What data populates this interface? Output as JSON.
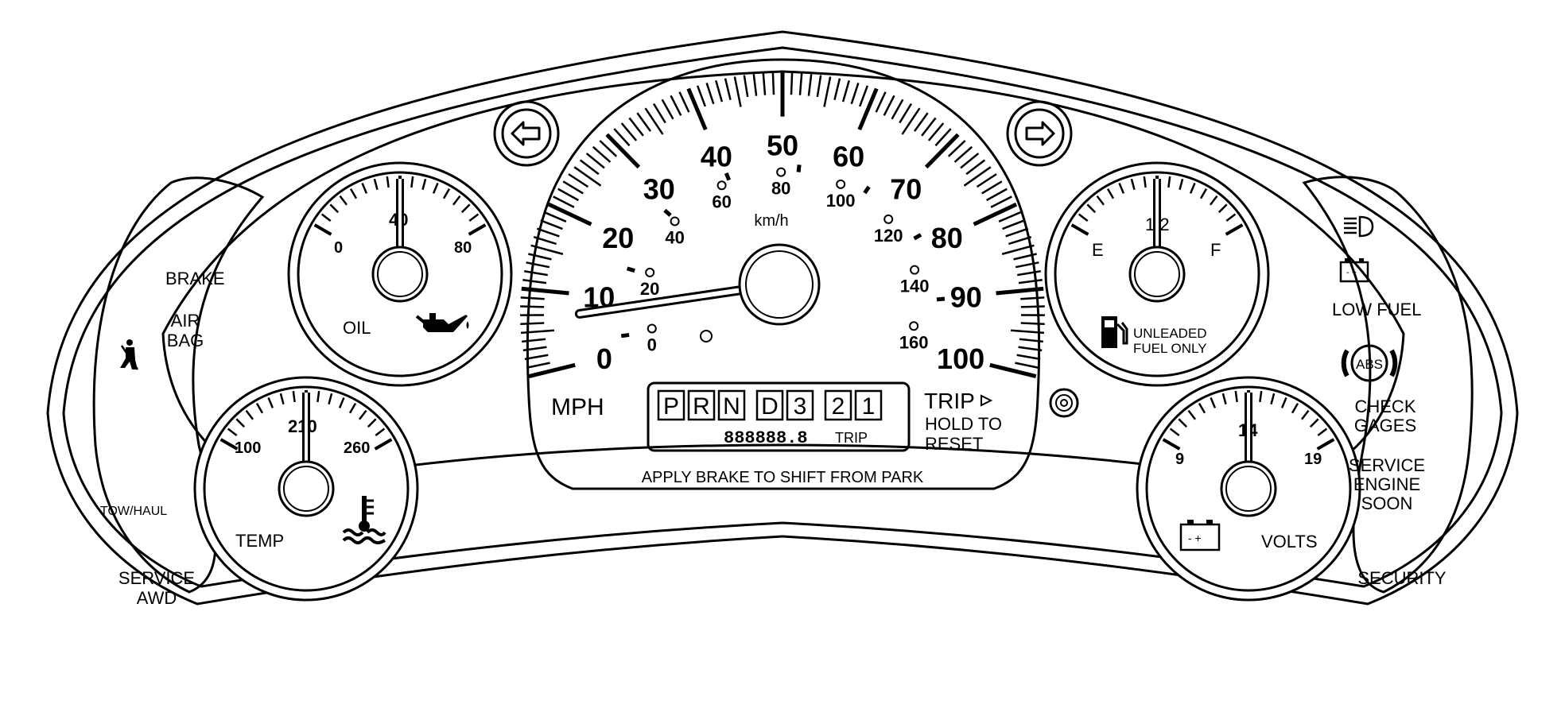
{
  "left_panel": {
    "brake": "BRAKE",
    "air_bag": [
      "AIR",
      "BAG"
    ],
    "tow_haul": "TOW/HAUL",
    "service_awd": [
      "SERVICE",
      "AWD"
    ]
  },
  "oil_gauge": {
    "min": "0",
    "mid": "40",
    "max": "80",
    "label": "OIL"
  },
  "temp_gauge": {
    "min": "100",
    "mid": "210",
    "max": "260",
    "label": "TEMP"
  },
  "speedometer": {
    "mph_labels": [
      "0",
      "10",
      "20",
      "30",
      "40",
      "50",
      "60",
      "70",
      "80",
      "90",
      "100"
    ],
    "kmh_labels": [
      "0",
      "20",
      "40",
      "60",
      "80",
      "100",
      "120",
      "140",
      "160"
    ],
    "kmh_unit": "km/h",
    "mph_unit": "MPH",
    "needle_mph": 0,
    "prndl": [
      "P",
      "R",
      "N",
      "D",
      "3",
      "2",
      "1"
    ],
    "odometer": "888888.8",
    "trip_small": "TRIP",
    "trip_button": "TRIP",
    "hold_to_reset": [
      "HOLD TO",
      "RESET"
    ],
    "shift_notice": "APPLY BRAKE TO SHIFT FROM PARK"
  },
  "fuel_gauge": {
    "empty": "E",
    "half": "1/2",
    "full": "F",
    "notice": [
      "UNLEADED",
      "FUEL ONLY"
    ]
  },
  "volts_gauge": {
    "min": "9",
    "mid": "14",
    "max": "19",
    "label": "VOLTS"
  },
  "right_panel": {
    "low_fuel": "LOW FUEL",
    "abs": "ABS",
    "check_gages": [
      "CHECK",
      "GAGES"
    ],
    "service_engine_soon": [
      "SERVICE",
      "ENGINE",
      "SOON"
    ],
    "security": "SECURITY"
  },
  "icons": [
    "turn-left-icon",
    "turn-right-icon",
    "seatbelt-icon",
    "oil-can-icon",
    "coolant-temp-icon",
    "fuel-pump-icon",
    "battery-icon",
    "headlamp-icon",
    "charging-battery-icon",
    "abs-icon"
  ]
}
